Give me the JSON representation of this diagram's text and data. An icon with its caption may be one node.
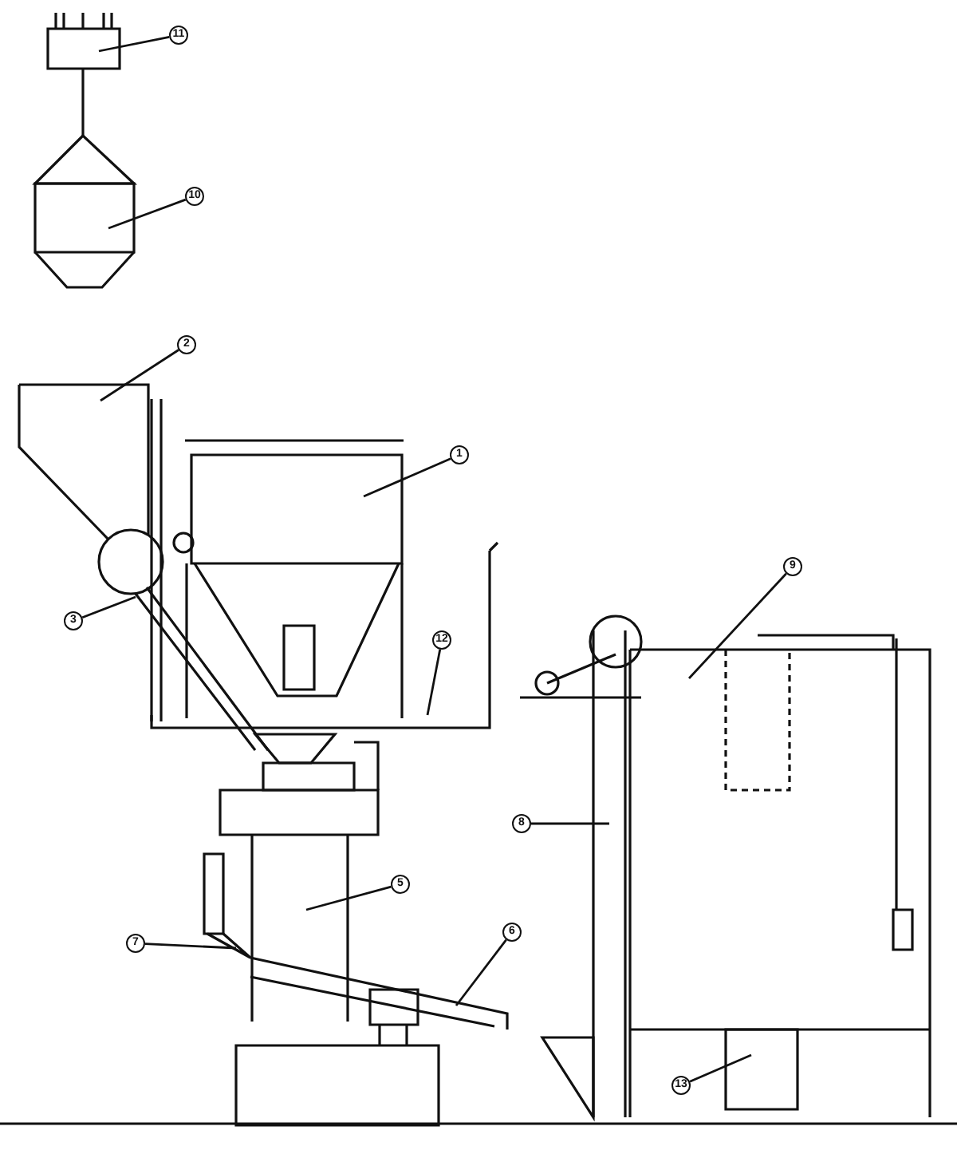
{
  "diagram": {
    "nodes": [
      {
        "text": [
          "11"
        ]
      },
      {
        "text": [
          "10"
        ]
      },
      {
        "text": [
          "2"
        ]
      },
      {
        "text": [
          "1"
        ]
      },
      {
        "text": [
          "3"
        ]
      },
      {
        "text": [
          "12"
        ]
      },
      {
        "text": [
          "9"
        ]
      },
      {
        "text": [
          "8"
        ]
      },
      {
        "text": [
          "5"
        ]
      },
      {
        "text": [
          "7"
        ]
      },
      {
        "text": [
          "6"
        ]
      },
      {
        "text": [
          "13"
        ]
      }
    ],
    "edges": [
      {
        "from": 0,
        "to": null,
        "arrow": "none"
      },
      {
        "from": 1,
        "to": null,
        "arrow": "none"
      },
      {
        "from": 2,
        "to": null,
        "arrow": "none"
      },
      {
        "from": 3,
        "to": null,
        "arrow": "none"
      },
      {
        "from": 4,
        "to": null,
        "arrow": "none"
      },
      {
        "from": 5,
        "to": null,
        "arrow": "none"
      },
      {
        "from": 6,
        "to": null,
        "arrow": "none"
      },
      {
        "from": 7,
        "to": null,
        "arrow": "none"
      },
      {
        "from": 8,
        "to": null,
        "arrow": "none"
      },
      {
        "from": 9,
        "to": null,
        "arrow": "none"
      },
      {
        "from": 10,
        "to": null,
        "arrow": "none"
      },
      {
        "from": 11,
        "to": null,
        "arrow": "none"
      }
    ]
  }
}
